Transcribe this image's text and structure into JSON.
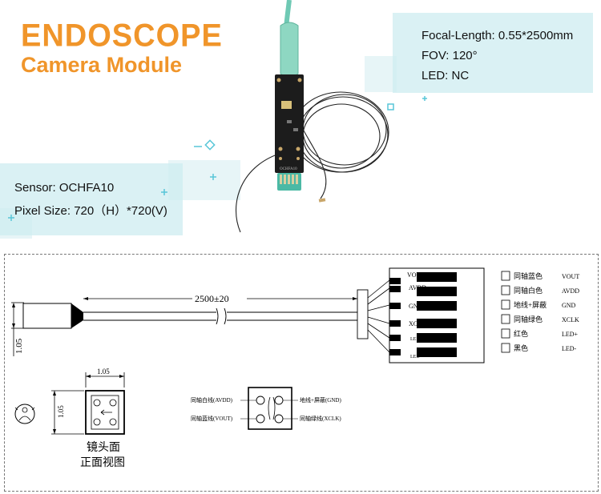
{
  "header": {
    "title_line1": "ENDOSCOPE",
    "title_line2": "Camera Module"
  },
  "specs_top": {
    "focal_length": "Focal-Length: 0.55*2500mm",
    "fov": "FOV:  120°",
    "led": "LED: NC"
  },
  "specs_left": {
    "sensor": "Sensor: OCHFA10",
    "pixel_size": "Pixel Size: 720（H）*720(V)"
  },
  "board": {
    "label": "OCHFA10"
  },
  "drawing": {
    "cable_length": "2500±20",
    "diameter": "1.05",
    "face_width": "1.05",
    "face_height": "1.05",
    "face_caption_line1": "镜头面",
    "face_caption_line2": "正面视图",
    "connector_labels": [
      "VOUT",
      "AVDD",
      "GND",
      "XCLK",
      "LED+",
      "LED-"
    ],
    "legend": [
      {
        "cn": "同轴蓝色",
        "en": "VOUT"
      },
      {
        "cn": "同轴白色",
        "en": "AVDD"
      },
      {
        "cn": "地线+屏蔽",
        "en": "GND"
      },
      {
        "cn": "同轴绿色",
        "en": "XCLK"
      },
      {
        "cn": "红色",
        "en": "LED+"
      },
      {
        "cn": "黑色",
        "en": "LED-"
      }
    ],
    "pad_labels": {
      "top_left": "同轴白线(AVDD)",
      "top_right": "地线+屏蔽(GND)",
      "bottom_left": "同轴蓝线(VOUT)",
      "bottom_right": "同轴绿线(XCLK)"
    }
  }
}
